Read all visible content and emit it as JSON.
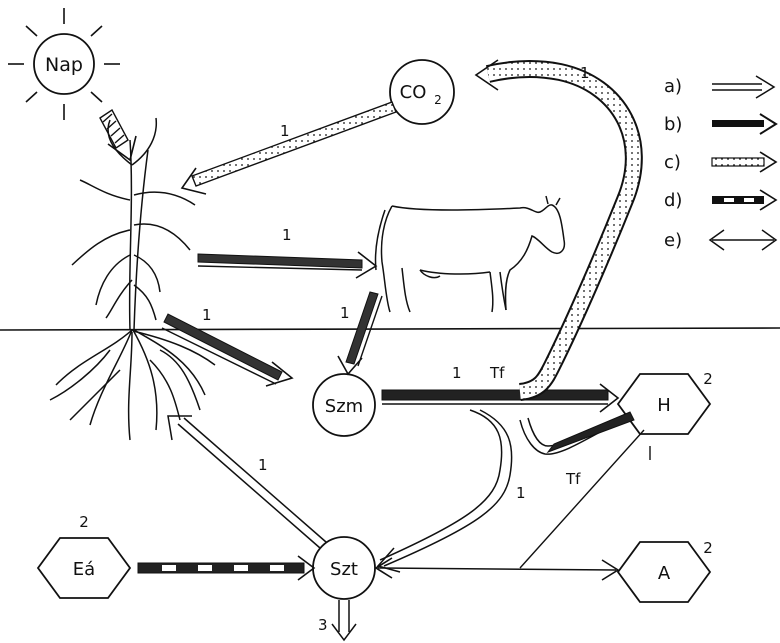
{
  "nodes": {
    "sun": "Nap",
    "co2_base": "CO",
    "co2_sub": "2",
    "szm": "Szm",
    "szt": "Szt",
    "h": "H",
    "a": "A",
    "ea": "Eá"
  },
  "superscripts": {
    "h": "2",
    "a": "2",
    "ea": "2"
  },
  "arrow_labels": {
    "co2_to_plant": "1",
    "plant_to_cow": "1",
    "plant_to_szm": "1",
    "cow_to_szm": "1",
    "szm_to_h": "1",
    "szm_to_h_tf": "Tf",
    "loop_to_co2": "1",
    "szt_to_plant": "1",
    "h_to_szt": "1",
    "h_to_szt_tf": "Tf",
    "szt_down": "3"
  },
  "legend": [
    {
      "key": "a)",
      "style": "double-line"
    },
    {
      "key": "b)",
      "style": "solid-black"
    },
    {
      "key": "c)",
      "style": "dotted"
    },
    {
      "key": "d)",
      "style": "dashed"
    },
    {
      "key": "e)",
      "style": "double-headed"
    }
  ]
}
